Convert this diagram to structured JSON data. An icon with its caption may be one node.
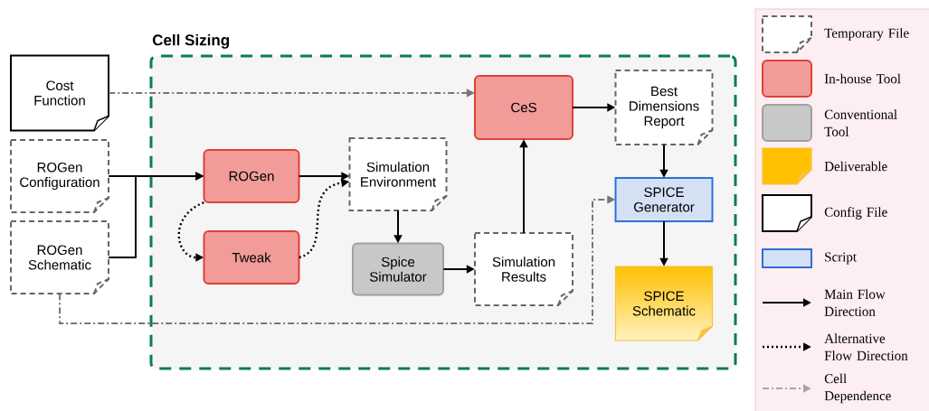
{
  "diagram": {
    "nodes": [
      {
        "text": [
          "Cell Sizing"
        ]
      },
      {
        "text": [
          "Cost Function"
        ]
      },
      {
        "text": [
          "ROGen Configuration"
        ]
      },
      {
        "text": [
          "ROGen Schematic"
        ]
      },
      {
        "text": [
          "ROGen"
        ],
        "in": 0
      },
      {
        "text": [
          "Tweak"
        ],
        "in": 0
      },
      {
        "text": [
          "Simulation Environment"
        ],
        "in": 0
      },
      {
        "text": [
          "Spice Simulator"
        ],
        "in": 0
      },
      {
        "text": [
          "Simulation Results"
        ],
        "in": 0
      },
      {
        "text": [
          "CeS"
        ],
        "in": 0
      },
      {
        "text": [
          "Best Dimensions Report"
        ],
        "in": 0
      },
      {
        "text": [
          "SPICE Generator"
        ],
        "in": 0
      },
      {
        "text": [
          "SPICE Schematic"
        ],
        "in": 0
      }
    ],
    "edges": [
      {
        "from": 1,
        "to": 9,
        "arrow": "to",
        "style": "dashed",
        "color": "#777777"
      },
      {
        "from": 2,
        "to": 4,
        "arrow": "to"
      },
      {
        "from": 3,
        "to": 4,
        "arrow": "to"
      },
      {
        "from": 4,
        "to": 6,
        "arrow": "to"
      },
      {
        "from": 4,
        "to": 5,
        "arrow": "to",
        "style": "dashed"
      },
      {
        "from": 5,
        "to": 6,
        "arrow": "to",
        "style": "dashed"
      },
      {
        "from": 6,
        "to": 7,
        "arrow": "to"
      },
      {
        "from": 7,
        "to": 8,
        "arrow": "to"
      },
      {
        "from": 8,
        "to": 9,
        "arrow": "to"
      },
      {
        "from": 9,
        "to": 10,
        "arrow": "to"
      },
      {
        "from": 10,
        "to": 11,
        "arrow": "to"
      },
      {
        "from": 11,
        "to": 12,
        "arrow": "to"
      },
      {
        "from": 3,
        "to": 11,
        "arrow": "to",
        "style": "dashed",
        "color": "#777777"
      }
    ],
    "legend": [
      {
        "text": "Temporary File"
      },
      {
        "text": "In-house Tool",
        "color": "#f19c99"
      },
      {
        "text": "Conventional Tool",
        "color": "#c8c8c8"
      },
      {
        "text": "Deliverable",
        "color": "#ffc000"
      },
      {
        "text": "Config File"
      },
      {
        "text": "Script",
        "color": "#d4e1f5"
      },
      {
        "text": "Main Flow Direction"
      },
      {
        "text": "Alternative Flow Direction"
      },
      {
        "text": "Cell Dependence"
      }
    ]
  }
}
